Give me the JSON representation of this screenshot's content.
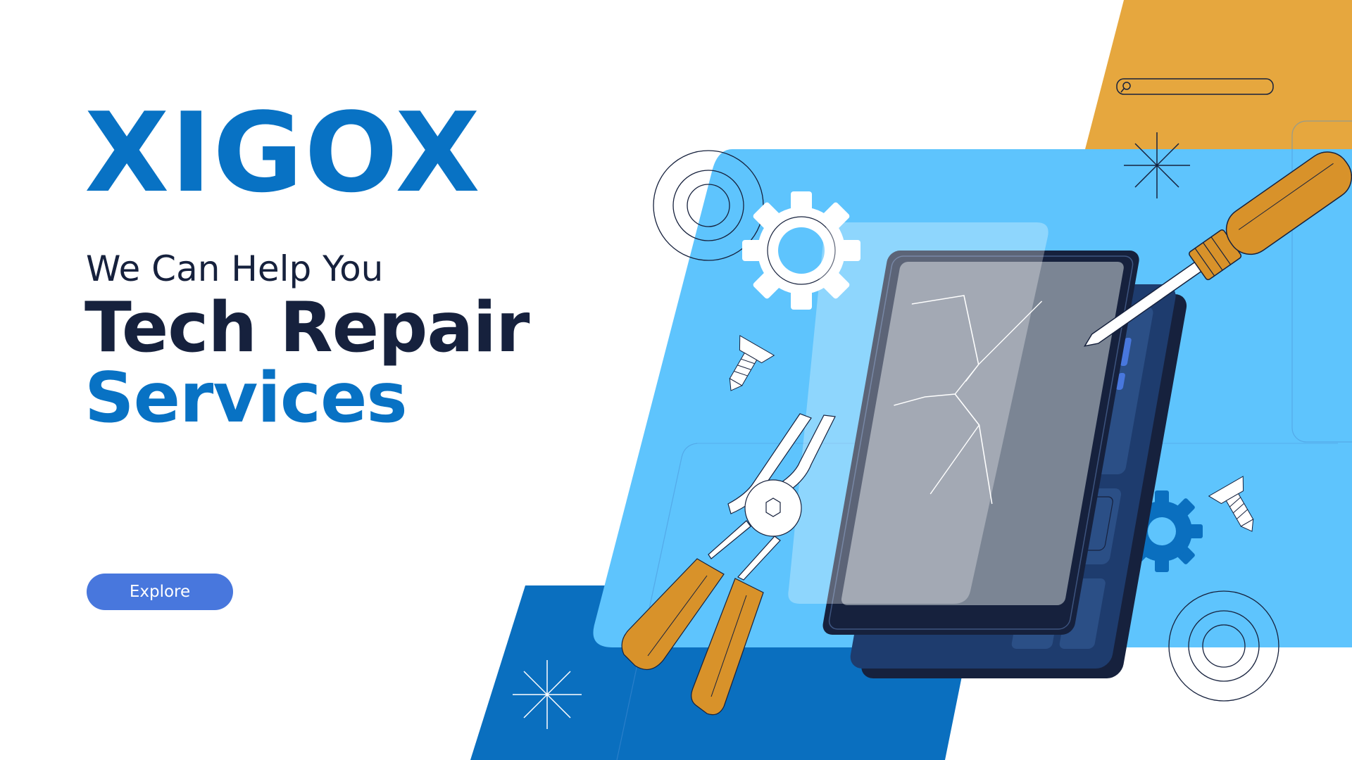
{
  "brand": {
    "name": "XIGOX"
  },
  "hero": {
    "tagline": "We Can Help You",
    "headline_line1": "Tech Repair",
    "headline_line2": "Services"
  },
  "cta": {
    "label": "Explore"
  },
  "colors": {
    "brand_blue": "#0872c4",
    "dark_navy": "#16213d",
    "light_blue": "#5ec4fd",
    "mid_blue": "#0a6fbf",
    "orange": "#e6a73e",
    "button_blue": "#4877dd",
    "tool_orange": "#d8922a"
  },
  "icons": [
    "search-bar-icon",
    "gear-icon",
    "screw-icon",
    "sparkle-icon",
    "target-circles-icon",
    "screwdriver-icon",
    "pliers-icon",
    "cracked-phone-icon"
  ]
}
